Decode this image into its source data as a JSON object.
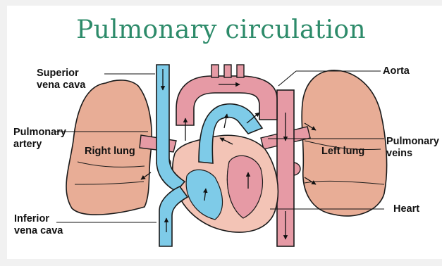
{
  "title": "Pulmonary circulation",
  "labels": {
    "superior_vena_cava": "Superior\nvena cava",
    "aorta": "Aorta",
    "pulmonary_artery": "Pulmonary\nartery",
    "right_lung": "Right lung",
    "left_lung": "Left lung",
    "pulmonary_veins": "Pulmonary\nveins",
    "inferior_vena_cava": "Inferior\nvena cava",
    "heart": "Heart"
  },
  "colors": {
    "title": "#2d8b6a",
    "lung": "#e8ad96",
    "deoxygenated_vessel": "#7ecbe8",
    "oxygenated_vessel": "#e69aa5",
    "heart_muscle": "#f3c4b6",
    "outline": "#1a1a1a"
  }
}
